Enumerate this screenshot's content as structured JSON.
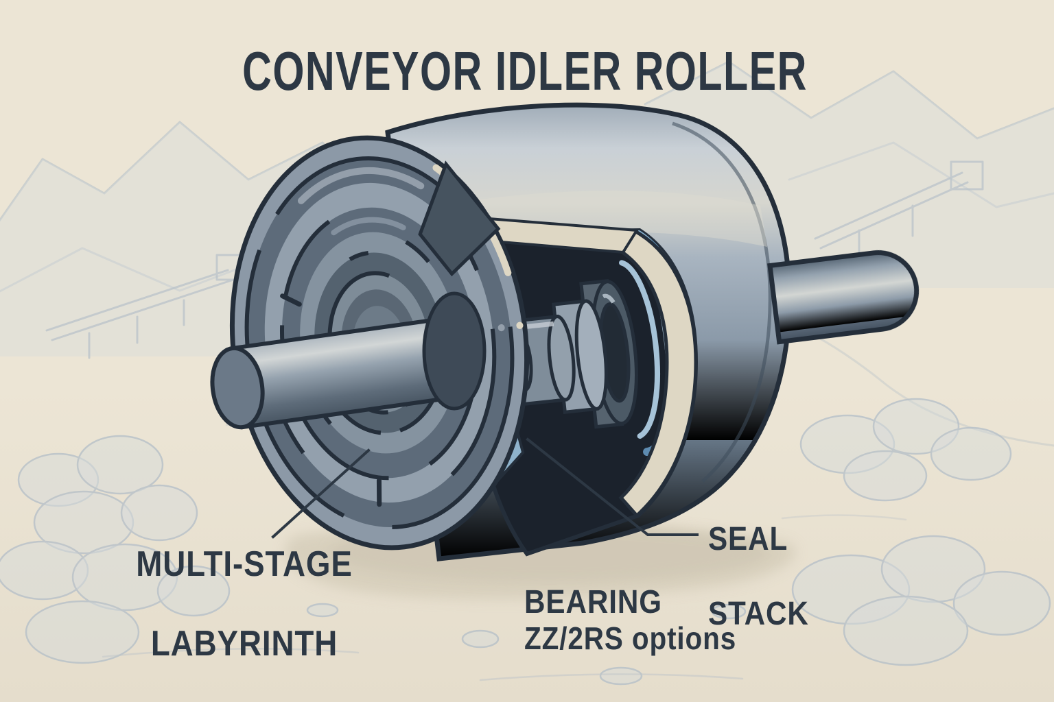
{
  "title": "CONVEYOR IDLER ROLLER",
  "callouts": {
    "labyrinth": {
      "line1": "MULTI-STAGE",
      "line2": "LABYRINTH"
    },
    "seal": {
      "line1": "SEAL",
      "line2": "STACK"
    },
    "bearing": {
      "line1": "BEARING",
      "line2": "ZZ/2RS options"
    }
  },
  "colors": {
    "background": "#ece5d5",
    "background_bottom": "#e5ddcc",
    "text": "#2d3844",
    "outline": "#242e3a",
    "drum_light": "#c7ced5",
    "drum_mid": "#8b9aa9",
    "drum_dark": "#4c5b6a",
    "cap_ring_light": "#93a0ad",
    "cap_ring_dark": "#5d6b7a",
    "cut_face": "#ded7c4",
    "cavity": "#1b222c",
    "seal_blue": "#5e8cb2",
    "seal_blue_light": "#a6c3d8",
    "sketch_line": "#b6c0c8",
    "sketch_fill": "#d4dade",
    "shadow": "#d5cdba"
  }
}
